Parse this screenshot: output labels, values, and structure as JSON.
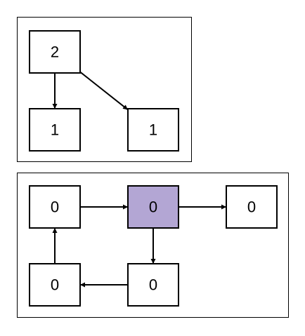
{
  "colors": {
    "node_fill": "#ffffff",
    "highlight_fill": "#b3a6d4",
    "stroke": "#000000"
  },
  "top_graph": {
    "nodes": [
      {
        "id": "top-root",
        "label": "2",
        "highlighted": false
      },
      {
        "id": "top-left-child",
        "label": "1",
        "highlighted": false
      },
      {
        "id": "top-right-child",
        "label": "1",
        "highlighted": false
      }
    ],
    "edges": [
      {
        "from": "top-root",
        "to": "top-left-child"
      },
      {
        "from": "top-root",
        "to": "top-right-child"
      }
    ]
  },
  "bottom_graph": {
    "nodes": [
      {
        "id": "bottom-top-left",
        "label": "0",
        "highlighted": false
      },
      {
        "id": "bottom-top-middle",
        "label": "0",
        "highlighted": true
      },
      {
        "id": "bottom-top-right",
        "label": "0",
        "highlighted": false
      },
      {
        "id": "bottom-bottom-left",
        "label": "0",
        "highlighted": false
      },
      {
        "id": "bottom-bottom-middle",
        "label": "0",
        "highlighted": false
      }
    ],
    "edges": [
      {
        "from": "bottom-top-left",
        "to": "bottom-top-middle"
      },
      {
        "from": "bottom-top-middle",
        "to": "bottom-top-right"
      },
      {
        "from": "bottom-top-middle",
        "to": "bottom-bottom-middle"
      },
      {
        "from": "bottom-bottom-middle",
        "to": "bottom-bottom-left"
      },
      {
        "from": "bottom-bottom-left",
        "to": "bottom-top-left"
      }
    ]
  }
}
